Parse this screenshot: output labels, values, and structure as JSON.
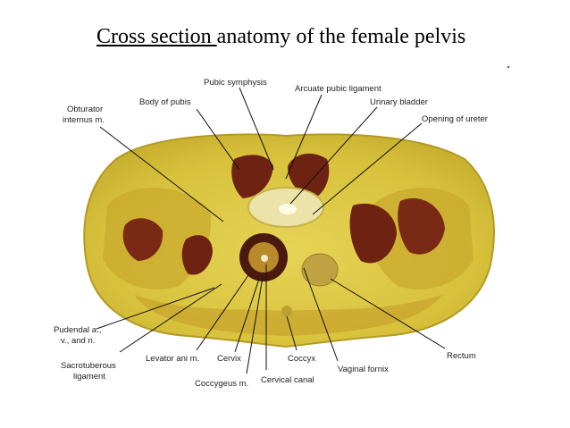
{
  "title": {
    "underlined": "Cross section ",
    "rest": "anatomy of the female pelvis"
  },
  "colors": {
    "tissue": "#d8c23c",
    "muscle": "#c7a52a",
    "bone": "#6e2212",
    "background": "#ffffff"
  },
  "labels": {
    "obturator1": "Obturator",
    "obturator2": "internus m.",
    "body_pubis": "Body of pubis",
    "pubic_symphysis": "Pubic symphysis",
    "arcuate": "Arcuate pubic ligament",
    "bladder": "Urinary bladder",
    "ureter": "Opening of ureter",
    "pudendal1": "Pudendal a.,",
    "pudendal2": "v., and n.",
    "sacro1": "Sacrotuberous",
    "sacro2": "ligament",
    "levator": "Levator ani m.",
    "cervix": "Cervix",
    "coccygeus": "Coccygeus m.",
    "cervical_canal": "Cervical canal",
    "coccyx": "Coccyx",
    "vaginal_fornix": "Vaginal fornix",
    "rectum": "Rectum"
  }
}
